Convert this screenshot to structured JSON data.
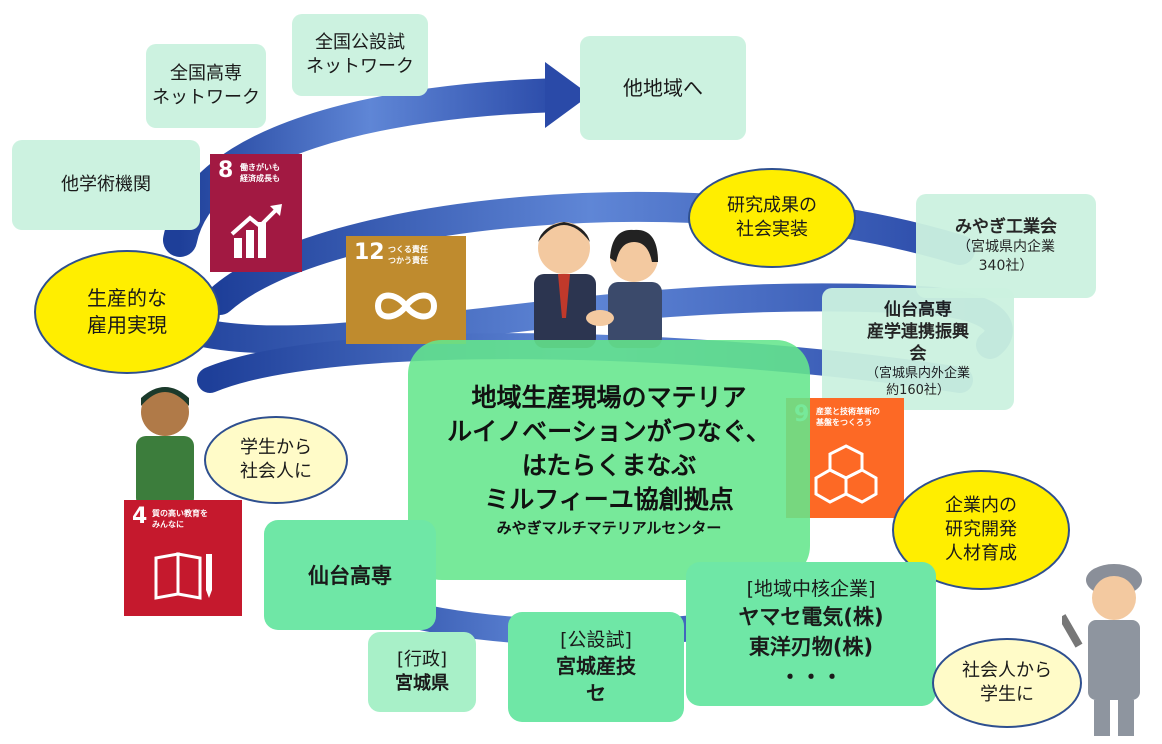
{
  "nodes": {
    "kosen_network": "全国高専\nネットワーク",
    "koseshi_network": "全国公設試\nネットワーク",
    "other_regions": "他地域へ",
    "other_academic": "他学術機関",
    "research_impl": "研究成果の\n社会実装",
    "miyagi_kogyokai_title": "みやぎ工業会",
    "miyagi_kogyokai_sub": "（宮城県内企業\n340社）",
    "sendai_sangaku_title": "仙台高専\n産学連携振興\n会",
    "sendai_sangaku_sub": "（宮城県内外企業\n約160社）",
    "productive_employment": "生産的な\n雇用実現",
    "student_to_worker": "学生から\n社会人に",
    "center_title": "地域生産現場のマテリア\nルイノベーションがつなぐ、\nはたらくまなぶ\nミルフィーユ協創拠点",
    "center_sub": "みやぎマルチマテリアルセンター",
    "in_company_rd": "企業内の\n研究開発\n人材育成",
    "sendai_kosen": "仙台高専",
    "regional_core_tag": "[地域中核企業]",
    "regional_core_body": "ヤマセ電気(株)\n東洋刃物(株)\n・・・",
    "admin_tag": "[行政]",
    "admin_body": "宮城県",
    "koseshi_tag": "[公設試]",
    "koseshi_body": "宮城産技\nセ",
    "worker_to_student": "社会人から\n学生に"
  },
  "sdgs": [
    {
      "number": "8",
      "label": "働きがいも\n経済成長も",
      "color": "#a21942",
      "icon": "growth-chart-icon"
    },
    {
      "number": "12",
      "label": "つくる責任\nつかう責任",
      "color": "#bf8b2e",
      "icon": "infinity-icon"
    },
    {
      "number": "9",
      "label": "産業と技術革新の\n基盤をつくろう",
      "color": "#fd6925",
      "icon": "cubes-icon"
    },
    {
      "number": "4",
      "label": "質の高い教育を\nみんなに",
      "color": "#c5192d",
      "icon": "book-pencil-icon"
    }
  ],
  "colors": {
    "spiral": "#3457b3",
    "mint": "#ccf2e0",
    "green": "#6fe7a6",
    "oval": "#ffee00"
  }
}
